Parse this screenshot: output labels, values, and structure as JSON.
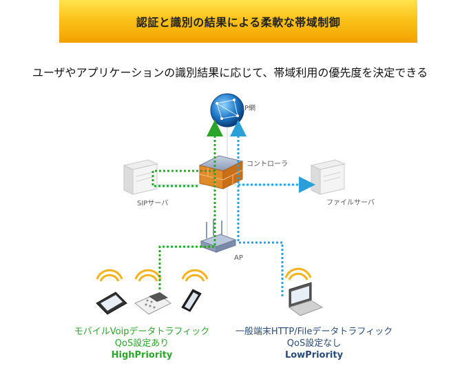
{
  "banner": {
    "title": "認証と識別の結果による柔軟な帯域制御"
  },
  "subtitle": "ユーザやアプリケーションの識別結果に応じて、帯域利用の優先度を決定できる",
  "nodes": {
    "ip_net": "IP網",
    "controller": "コントローラ",
    "sip_server": "SIPサーバ",
    "file_server": "ファイルサーバ",
    "ap": "AP"
  },
  "captions": {
    "mobile": {
      "line1": "モバイルVoipデータトラフィック",
      "line2": "QoS設定あり",
      "line3": "HighPriority"
    },
    "general": {
      "line1": "一般端末HTTP/Fileデータトラフィック",
      "line2": "QoS設定なし",
      "line3": "LowPriority"
    }
  },
  "colors": {
    "high_priority": "#2aa52a",
    "low_priority": "#2a9fd8",
    "banner": "#fbc21a"
  }
}
